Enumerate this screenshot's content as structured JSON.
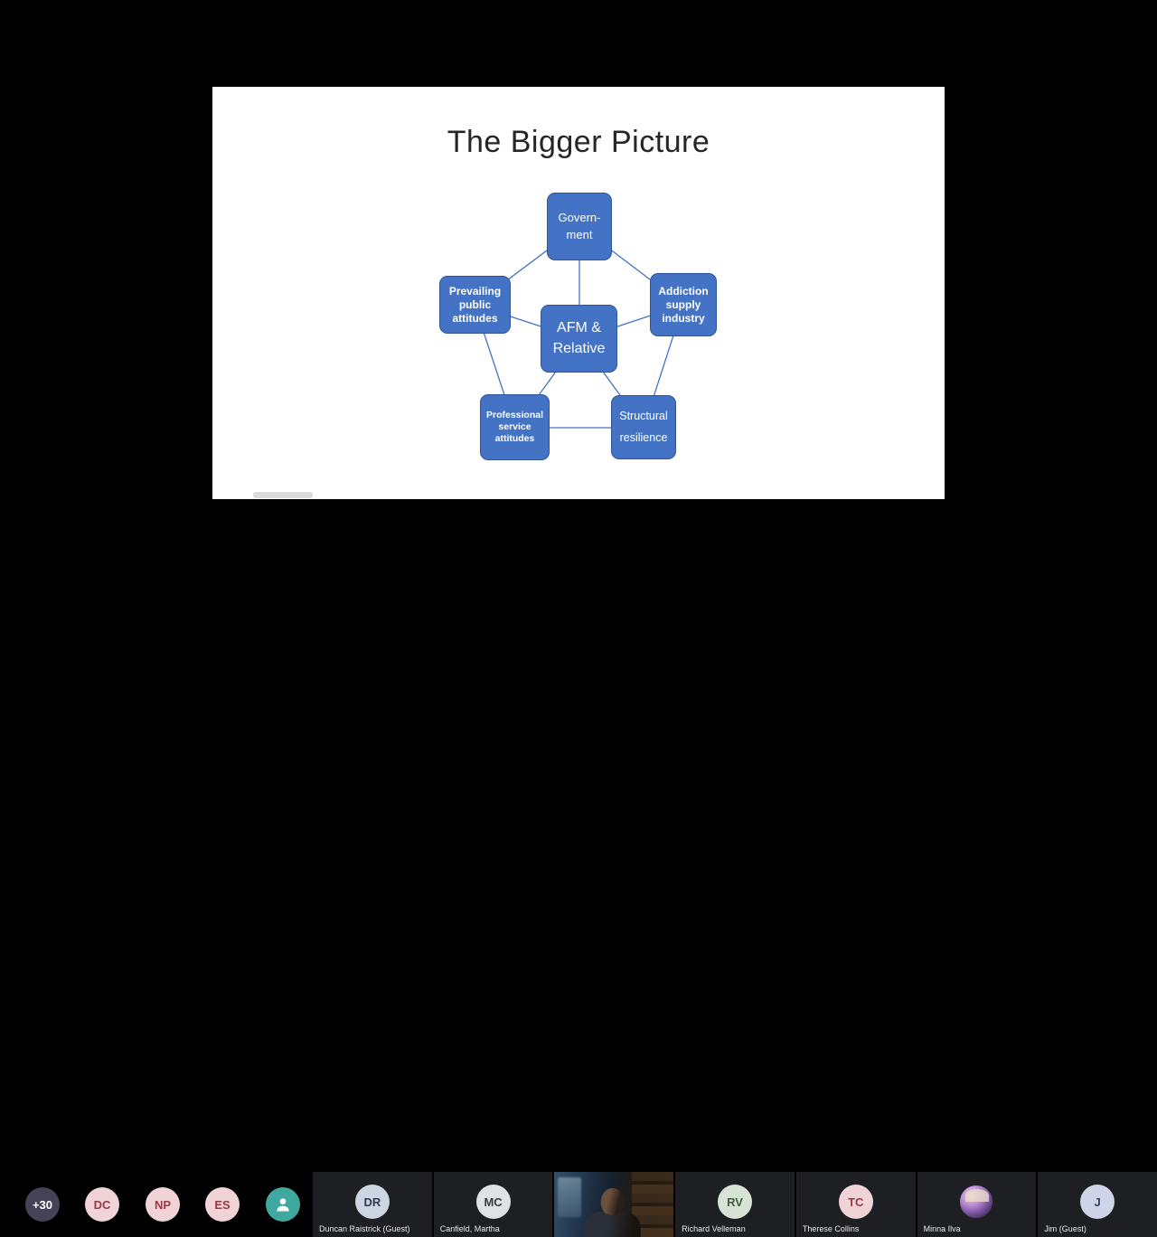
{
  "slide": {
    "title": "The Bigger Picture",
    "colors": {
      "node_fill": "#4472C4",
      "node_border": "#2F5597",
      "connector": "#4472C4",
      "title_color": "#262626",
      "slide_background": "#FFFFFF"
    },
    "diagram": {
      "center_label": "AFM &\nRelative",
      "nodes": {
        "government": "Govern-\nment",
        "prevailing": "Prevailing public attitudes",
        "addiction": "Addiction supply industry",
        "professional": "Professional service attitudes",
        "structural": "Structural\nresilience"
      }
    }
  },
  "participants": {
    "overflow_badge": {
      "label": "+30",
      "bg": "#454257",
      "fg": "#FFFFFF"
    },
    "avatar_row": [
      {
        "initials": "DC",
        "bg": "#F0D3D6",
        "fg": "#963B45"
      },
      {
        "initials": "NP",
        "bg": "#F0D3D6",
        "fg": "#963B45"
      },
      {
        "initials": "ES",
        "bg": "#F0D3D6",
        "fg": "#963B45"
      },
      {
        "icon": "person-icon",
        "bg": "#3FA9A0",
        "fg": "#FFFFFF"
      }
    ],
    "tiles": [
      {
        "initials": "DR",
        "name": "Duncan Raistrick (Guest)",
        "avatar_bg": "#CBD6E2",
        "avatar_fg": "#2F3A4F"
      },
      {
        "initials": "MC",
        "name": "Canfield, Martha",
        "avatar_bg": "#E0E1E3",
        "avatar_fg": "#3B3B3B"
      },
      {
        "type": "video",
        "name": ""
      },
      {
        "initials": "RV",
        "name": "Richard Velleman",
        "avatar_bg": "#D7E3D4",
        "avatar_fg": "#3F5E3F"
      },
      {
        "initials": "TC",
        "name": "Therese Collins",
        "avatar_bg": "#F0D3D6",
        "avatar_fg": "#963B45"
      },
      {
        "type": "photo",
        "name": "Minna Ilva"
      },
      {
        "initials": "J",
        "name": "Jim (Guest)",
        "avatar_bg": "#CED5E8",
        "avatar_fg": "#39425E"
      }
    ]
  }
}
